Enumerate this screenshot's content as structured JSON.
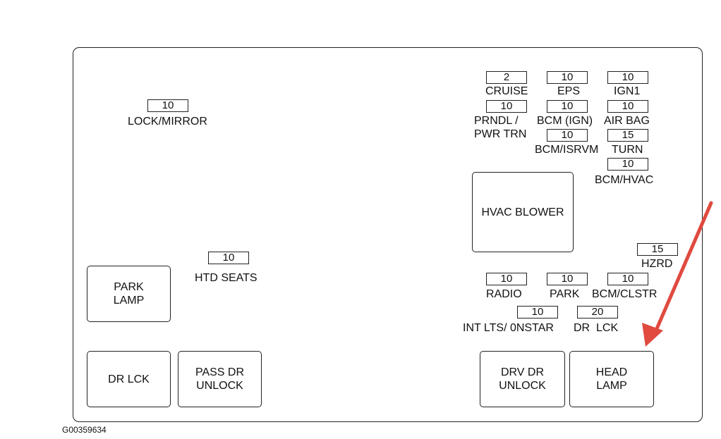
{
  "code": "G00359634",
  "fuses": {
    "cruise": {
      "rating": "2",
      "label": "CRUISE"
    },
    "eps": {
      "rating": "10",
      "label": "EPS"
    },
    "ign1": {
      "rating": "10",
      "label": "IGN1"
    },
    "prndl": {
      "rating": "10",
      "label1": "PRNDL /",
      "label2": "PWR TRN"
    },
    "bcm_ign": {
      "rating": "10",
      "label": "BCM (IGN)"
    },
    "air_bag": {
      "rating": "10",
      "label": "AIR BAG"
    },
    "bcm_isrvm": {
      "rating": "10",
      "label": "BCM/ISRVM"
    },
    "turn": {
      "rating": "15",
      "label": "TURN"
    },
    "bcm_hvac": {
      "rating": "10",
      "label": "BCM/HVAC"
    },
    "lock_mirror": {
      "rating": "10",
      "label": "LOCK/MIRROR"
    },
    "htd_seats": {
      "rating": "10",
      "label": "HTD SEATS"
    },
    "hzrd": {
      "rating": "15",
      "label": "HZRD"
    },
    "radio": {
      "rating": "10",
      "label": "RADIO"
    },
    "park": {
      "rating": "10",
      "label": "PARK"
    },
    "bcm_clstr": {
      "rating": "10",
      "label": "BCM/CLSTR"
    },
    "int_lts": {
      "rating": "10",
      "label": "INT LTS/ 0NSTAR"
    },
    "dr_lck_fuse": {
      "rating": "20",
      "label": "DR  LCK"
    }
  },
  "relays": {
    "hvac_blower": {
      "line1": "HVAC BLOWER"
    },
    "park_lamp": {
      "line1": "PARK",
      "line2": "LAMP"
    },
    "dr_lck": {
      "line1": "DR LCK"
    },
    "pass_dr_unlock": {
      "line1": "PASS DR",
      "line2": "UNLOCK"
    },
    "drv_dr_unlock": {
      "line1": "DRV DR",
      "line2": "UNLOCK"
    },
    "head_lamp": {
      "line1": "HEAD",
      "line2": "LAMP"
    }
  },
  "colors": {
    "arrow": "#e04a3f",
    "outline": "#222222"
  }
}
